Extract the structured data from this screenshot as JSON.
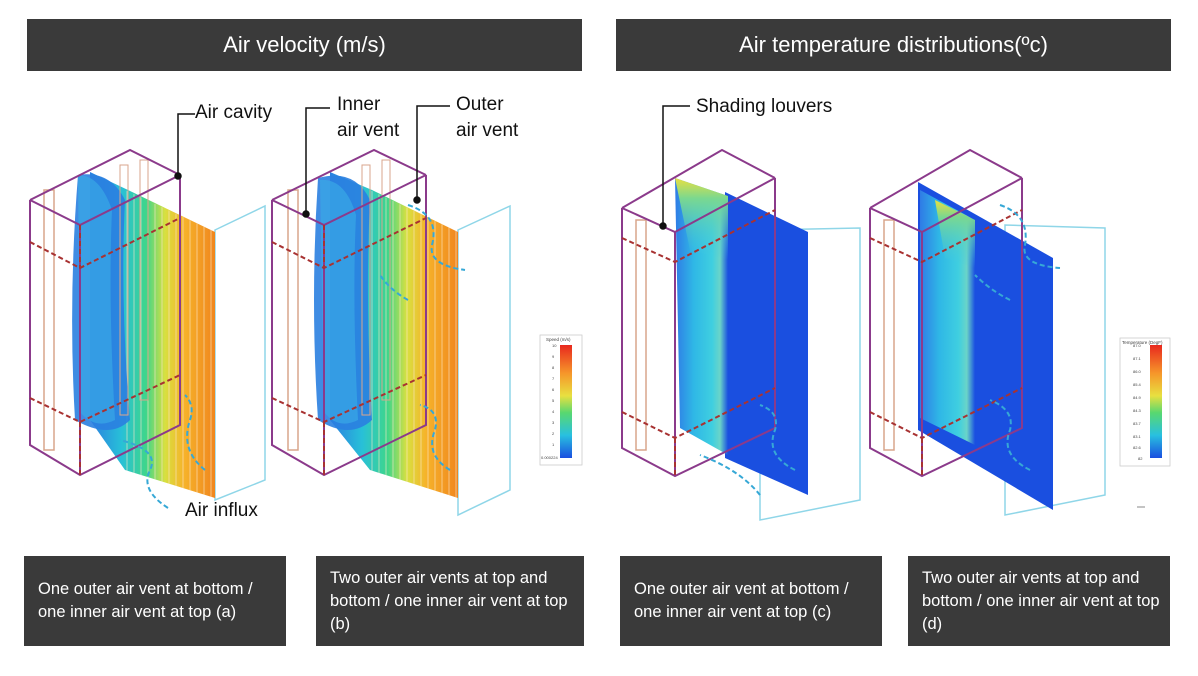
{
  "headers": {
    "velocity": "Air velocity (m/s)",
    "temperature": "Air temperature distributions(ºc)"
  },
  "annotations": {
    "air_cavity": "Air cavity",
    "inner_vent_line1": "Inner",
    "inner_vent_line2": "air vent",
    "outer_vent_line1": "Outer",
    "outer_vent_line2": "air vent",
    "air_influx": "Air influx",
    "shading_louvers": "Shading louvers"
  },
  "captions": {
    "a": "One outer air vent at bottom / one inner air vent at top (a)",
    "b": "Two outer air vents at top and bottom / one inner air vent at top (b)",
    "c": "One outer air vent at bottom / one inner air vent at top (c)",
    "d": "Two outer air vents at top and bottom / one inner air vent at top (d)"
  },
  "colorbars": {
    "speed": {
      "title": "Speed (m/s)",
      "ticks": [
        "10",
        "9",
        "8",
        "7",
        "6",
        "5",
        "4",
        "3",
        "2",
        "1",
        "0.000224"
      ]
    },
    "temperature": {
      "title": "Temperature (DegF)",
      "ticks": [
        "87.0",
        "87.1",
        "86.0",
        "85.4",
        "84.9",
        "84.3",
        "83.7",
        "83.1",
        "82.6",
        "82"
      ]
    }
  },
  "colors": {
    "frame": "#8b3a8b",
    "dashed_vent": "#a83232",
    "inner_pipe": "#d9a58c",
    "outer_frame": "#8fd6e8",
    "flow_arrow": "#36a8d6",
    "panel_blue": "#1a4fe0",
    "streamline_orange": "#f08a1e"
  }
}
